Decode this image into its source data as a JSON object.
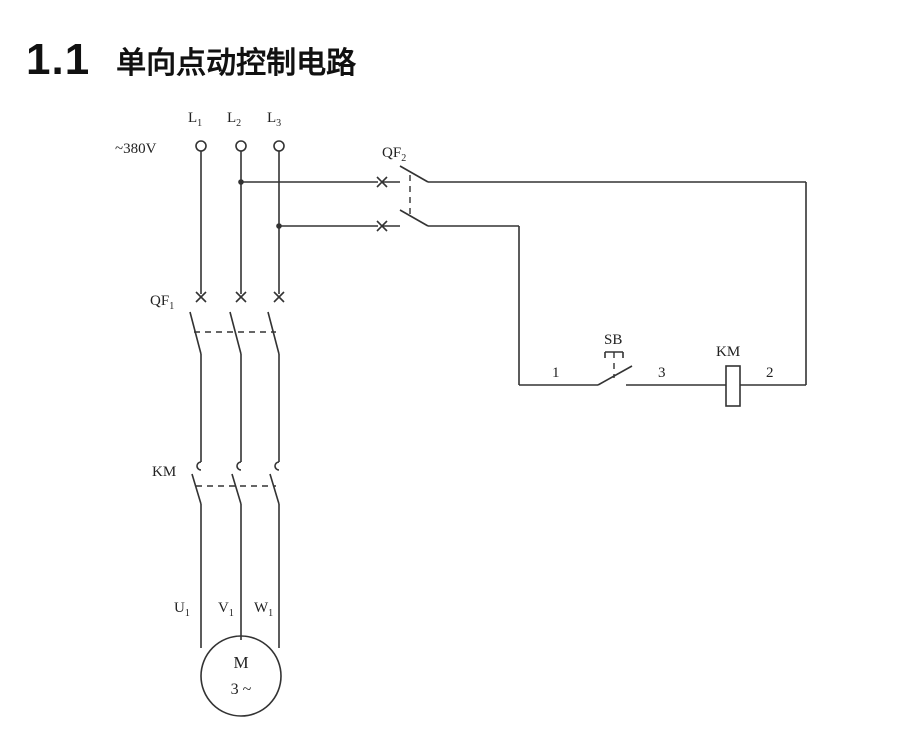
{
  "heading": {
    "number": "1.1",
    "title": "单向点动控制电路"
  },
  "labels": {
    "voltage": "~380V",
    "line1": "L",
    "line2": "L",
    "line3": "L",
    "line_sub1": "1",
    "line_sub2": "2",
    "line_sub3": "3",
    "qf1": "QF",
    "qf1_sub": "1",
    "qf2": "QF",
    "qf2_sub": "2",
    "km_main": "KM",
    "sb": "SB",
    "km_coil": "KM",
    "node1": "1",
    "node3": "3",
    "node2": "2",
    "u1": "U",
    "v1": "V",
    "w1": "W",
    "motor_sub": "1",
    "motor_m": "M",
    "motor_phase": "3 ~"
  }
}
